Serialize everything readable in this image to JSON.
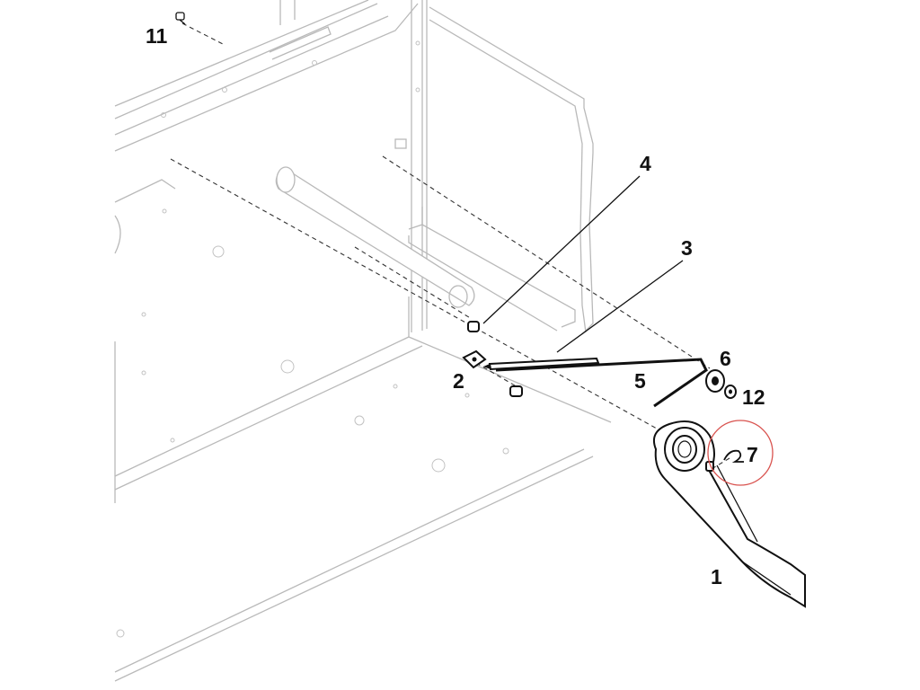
{
  "callouts": {
    "c1": "1",
    "c2": "2",
    "c3": "3",
    "c4": "4",
    "c5": "5",
    "c6": "6",
    "c7": "7",
    "c11": "11",
    "c12": "12"
  },
  "colors": {
    "line": "#111111",
    "ghost": "#b9b9b9",
    "highlight": "#d9534f"
  }
}
